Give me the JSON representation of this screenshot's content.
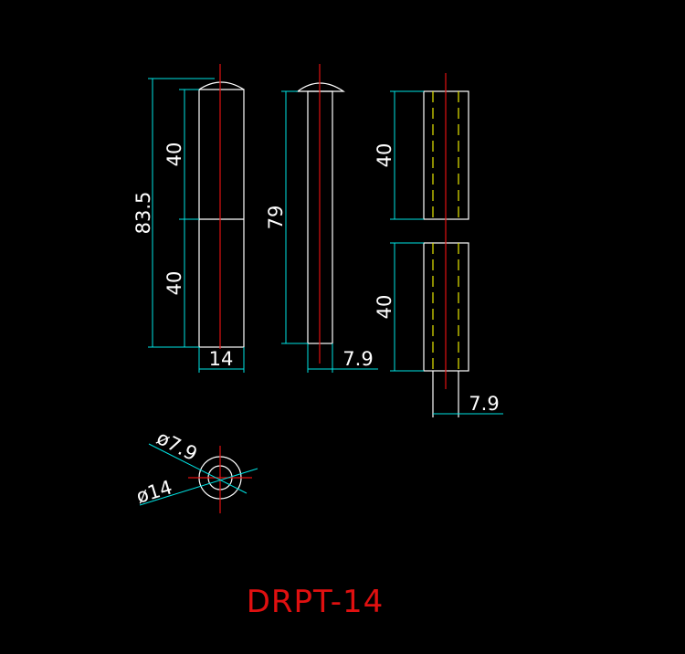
{
  "title": "DRPT-14",
  "dimensions": {
    "left_total": "83.5",
    "left_upper": "40",
    "left_lower": "40",
    "left_width": "14",
    "middle_height": "79",
    "middle_width": "7.9",
    "right_upper": "40",
    "right_lower": "40",
    "right_width": "7.9",
    "inner_diameter": "ø7.9",
    "outer_diameter": "ø14"
  },
  "colors": {
    "background": "#000000",
    "outline": "#ffffff",
    "dimension": "#00e5e5",
    "centerline": "#e01010",
    "hidden": "#e8e800",
    "title": "#e01010"
  }
}
